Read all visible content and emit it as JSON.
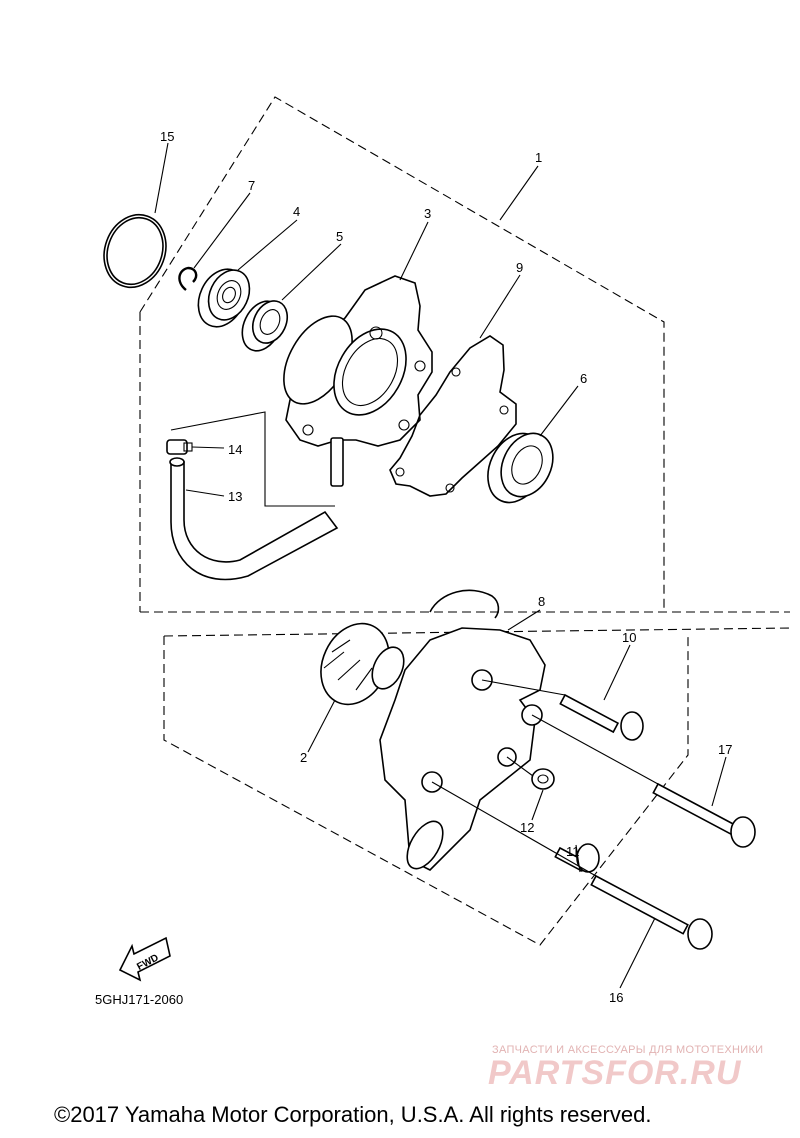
{
  "diagram_code": "5GHJ171-2060",
  "fwd_label": "FWD",
  "copyright": "©2017 Yamaha Motor Corporation, U.S.A. All rights reserved.",
  "watermark": {
    "tagline": "ЗАПЧАСТИ И АКСЕССУАРЫ ДЛЯ МОТОТЕХНИКИ",
    "brand": "PARTSFOR.RU"
  },
  "callouts": {
    "c1": "1",
    "c2": "2",
    "c3": "3",
    "c4": "4",
    "c5": "5",
    "c6": "6",
    "c7": "7",
    "c8": "8",
    "c9": "9",
    "c10": "10",
    "c11": "11",
    "c12": "12",
    "c13": "13",
    "c14": "14",
    "c15": "15",
    "c16": "16",
    "c17": "17"
  }
}
